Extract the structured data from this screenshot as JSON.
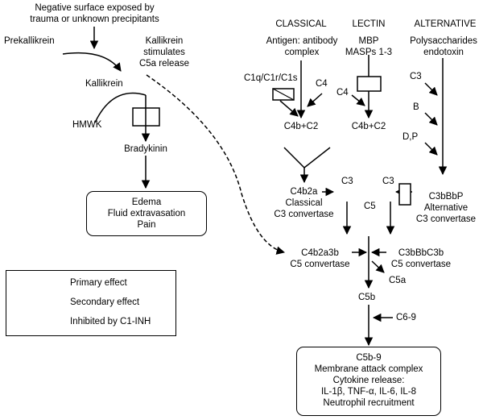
{
  "labels": {
    "trigger": "Negative surface exposed by\ntrauma or unknown precipitants",
    "prekallikrein": "Prekallikrein",
    "kallikrein_note": "Kallikrein\nstimulates\nC5a release",
    "kallikrein": "Kallikrein",
    "hmwk": "HMWK",
    "bradykinin": "Bradykinin",
    "edema_box": "Edema\nFluid extravasation\nPain",
    "classical_header": "CLASSICAL",
    "lectin_header": "LECTIN",
    "alternative_header": "ALTERNATIVE",
    "antigen": "Antigen: antibody\ncomplex",
    "mbp": "MBP\nMASPs 1-3",
    "polysaccharides": "Polysaccharides\nendotoxin",
    "c1q": "C1q/C1r/C1s",
    "c4_classical": "C4",
    "c4_lectin": "C4",
    "c3_alt": "C3",
    "b": "B",
    "dp": "D,P",
    "c4b_c2_classical": "C4b+C2",
    "c4b_c2_lectin": "C4b+C2",
    "c3_a": "C3",
    "c3_b": "C3",
    "c4b2a": "C4b2a\nClassical\nC3 convertase",
    "c5_mid": "C5",
    "c3bbbp": "C3bBbP\nAlternative\nC3 convertase",
    "c4b2a3b": "C4b2a3b\nC5 convertase",
    "c3bbbc3b": "C3bBbC3b\nC5 convertase",
    "c5a": "C5a",
    "c5b": "C5b",
    "c6_9": "C6-9",
    "mac_box": "C5b-9\nMembrane attack complex\nCytokine release:\nIL-1β, TNF-α, IL-6, IL-8\nNeutrophil recruitment"
  },
  "legend": {
    "primary": "Primary effect",
    "secondary": "Secondary effect",
    "inhibited": "Inhibited by C1-INH"
  }
}
